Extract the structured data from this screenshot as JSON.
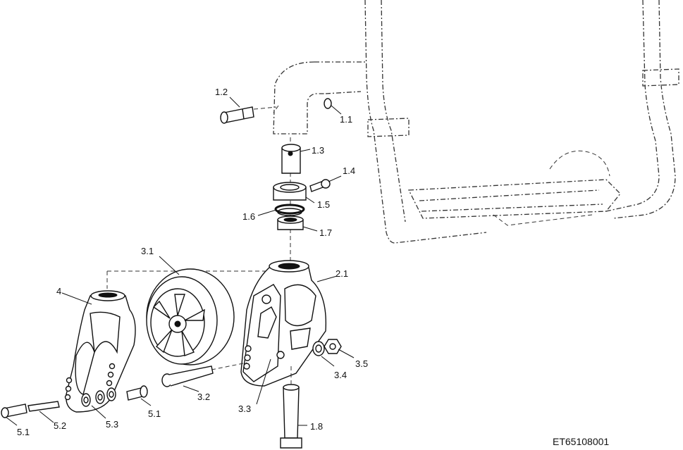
{
  "diagram": {
    "drawing_number": "ET65108001",
    "labels": {
      "l1_1": "1.1",
      "l1_2": "1.2",
      "l1_3": "1.3",
      "l1_4": "1.4",
      "l1_5": "1.5",
      "l1_6": "1.6",
      "l1_7": "1.7",
      "l1_8": "1.8",
      "l2_1": "2.1",
      "l3_1": "3.1",
      "l3_2": "3.2",
      "l3_3": "3.3",
      "l3_4": "3.4",
      "l3_5": "3.5",
      "l4": "4",
      "l5_1a": "5.1",
      "l5_1b": "5.1",
      "l5_2": "5.2",
      "l5_3": "5.3"
    }
  }
}
